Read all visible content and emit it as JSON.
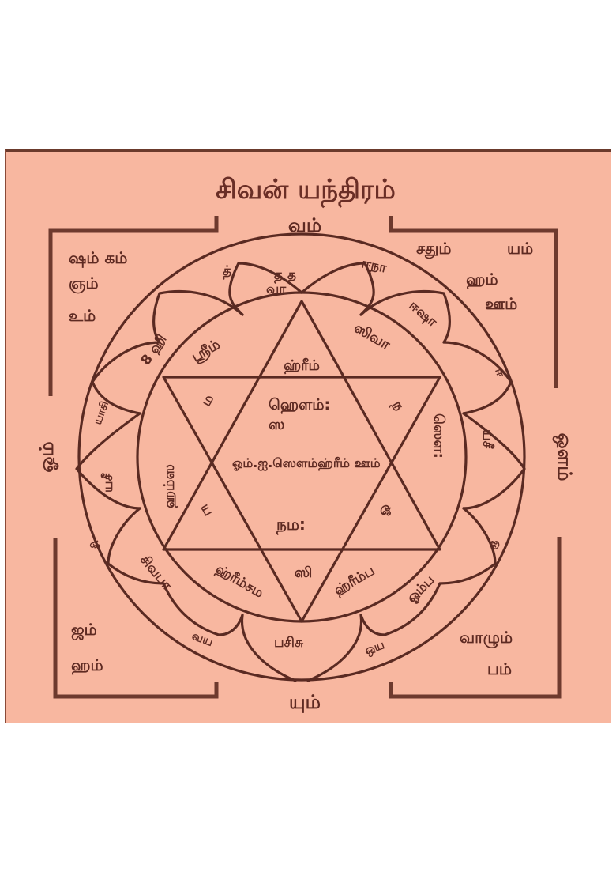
{
  "plate": {
    "background_color": "#f8b7a0",
    "ink_color": "#5a2a22",
    "title": "சிவன் யந்திரம்"
  },
  "corners": {
    "top_left": [
      "ஷம் கம்",
      "ஞம்",
      "உம்"
    ],
    "top_right": [
      "சதும்",
      "யம்",
      "ஹம்",
      "ஊம்"
    ],
    "bottom_left": [
      "ஜம்",
      "ஹம்"
    ],
    "bottom_right": [
      "வாழும்",
      "பம்"
    ]
  },
  "outer_marks": {
    "top": "வம்",
    "bottom": "யும்",
    "left": "ஓம்",
    "right": "ஒளம்"
  },
  "petals": {
    "top_left_outer": "த்",
    "top": [
      "த த",
      "வா"
    ],
    "top_right_outer": "ஈநா",
    "upper_left": "8 ஹி",
    "upper_right": "ஈஷா",
    "right_upper_small": "ஈ",
    "left_upper_small": "யாசி",
    "left": "யசீ",
    "right": "யசீ",
    "left_lower_small": "சி",
    "right_lower_small": "ஓ",
    "lower_left": "சிவபா",
    "lower_right": "ஓம்ப",
    "bottom_left_outer": "வய",
    "bottom": "பசிசு",
    "bottom_right_outer": "ஒய"
  },
  "inner_ring": {
    "top_left": "ஸ்ரீம்",
    "top_right": "ஸிவா",
    "left": "ஹம்ஸ",
    "right": "ஸௌ:",
    "bottom_left": "ஹ்ரீம்சம",
    "bottom_right": "ஹ்ரீம்ப"
  },
  "hexagram": {
    "top_point": "ஹ்ரீம்",
    "upper_left": "ம",
    "upper_right": "ந",
    "lower_left": "ய",
    "lower_right": "ஓ",
    "bottom_point": "ஸி",
    "center_lines": [
      "ஹௌம்:",
      "ஸ",
      "ஓம்.ஐ.ஸௌம்ஹ்ரீம் ஊம்",
      "நம:"
    ]
  }
}
